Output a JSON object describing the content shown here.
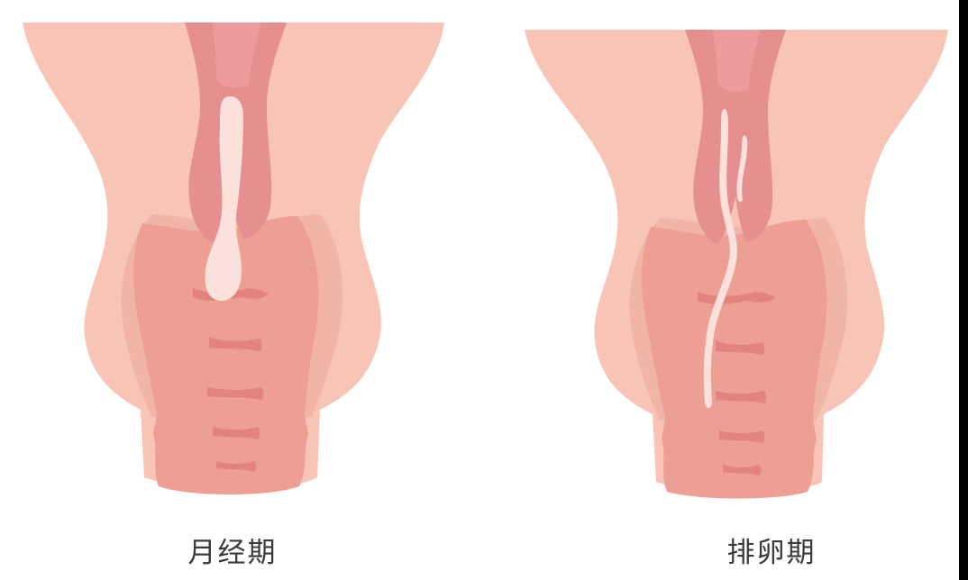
{
  "panels": [
    {
      "id": "menstruation",
      "label": "月经期"
    },
    {
      "id": "ovulation",
      "label": "排卵期"
    }
  ],
  "colors": {
    "outer_tissue": "#f7c4b6",
    "inner_contour": "#f0b3a6",
    "vaginal_wall": "#ed9f94",
    "rugae": "#e3837d",
    "cervical_canal": "#e68f8f",
    "canal_inner": "#ee9b9c",
    "mucus": "#fbe0db",
    "caption_text": "#3a3a3a"
  }
}
